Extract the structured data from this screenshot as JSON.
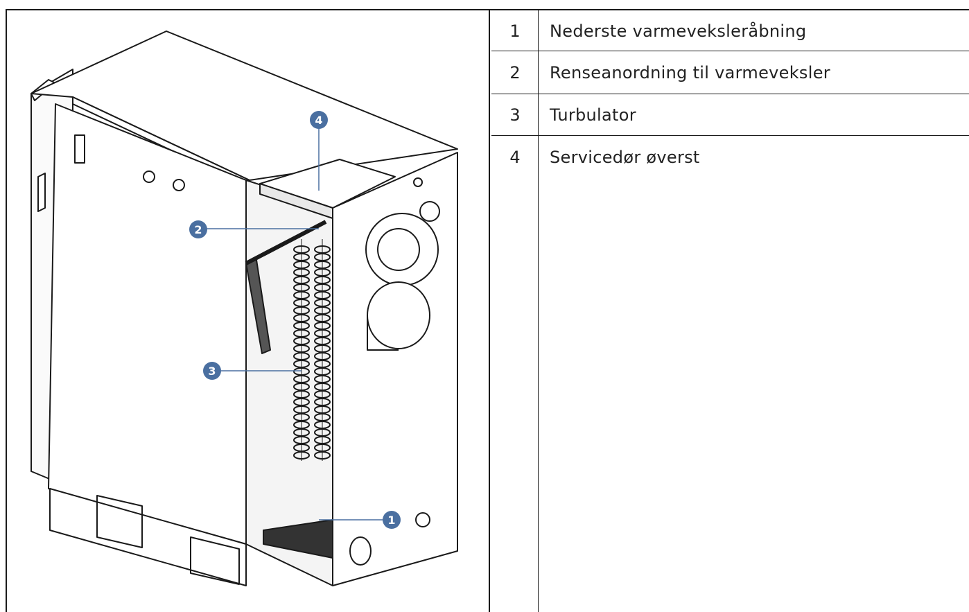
{
  "legend": {
    "rows": [
      {
        "num": "1",
        "label": "Nederste varmeveksleråbning"
      },
      {
        "num": "2",
        "label": "Renseanordning til varmeveksler"
      },
      {
        "num": "3",
        "label": "Turbulator"
      },
      {
        "num": "4",
        "label": "Servicedør øverst"
      }
    ]
  },
  "callouts": [
    {
      "num": "1"
    },
    {
      "num": "2"
    },
    {
      "num": "3"
    },
    {
      "num": "4"
    }
  ],
  "colors": {
    "callout_fill": "#4a6fa0",
    "line": "#1a1a1a"
  }
}
